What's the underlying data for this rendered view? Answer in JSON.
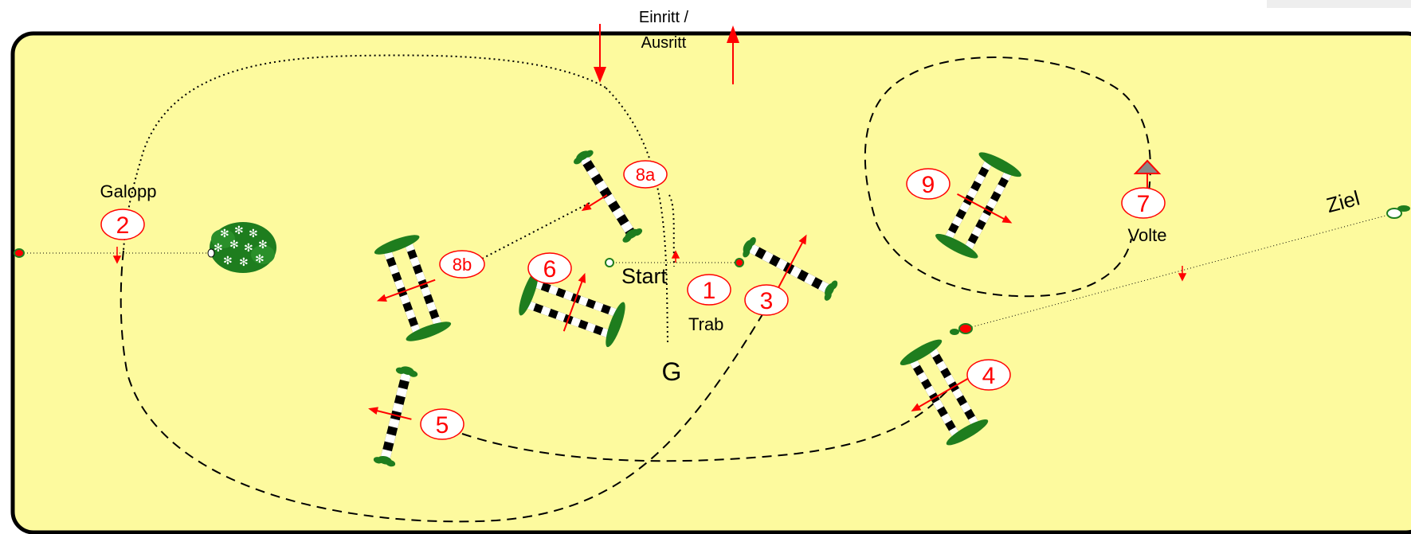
{
  "header": {
    "entry_label_line1": "Einritt /",
    "entry_label_line2": "Ausritt"
  },
  "labels": {
    "galopp": "Galopp",
    "start": "Start",
    "trab": "Trab",
    "g": "G",
    "volte": "Volte",
    "ziel": "Ziel"
  },
  "obstacles": [
    {
      "number": "1"
    },
    {
      "number": "2"
    },
    {
      "number": "3"
    },
    {
      "number": "4"
    },
    {
      "number": "5"
    },
    {
      "number": "6"
    },
    {
      "number": "7"
    },
    {
      "number": "8a"
    },
    {
      "number": "8b"
    },
    {
      "number": "9"
    }
  ],
  "colors": {
    "arena_fill": "#fdfa9e",
    "arena_border": "#000000",
    "marker": "#ff0000",
    "greenery": "#1e7d1e",
    "path": "#000000"
  }
}
